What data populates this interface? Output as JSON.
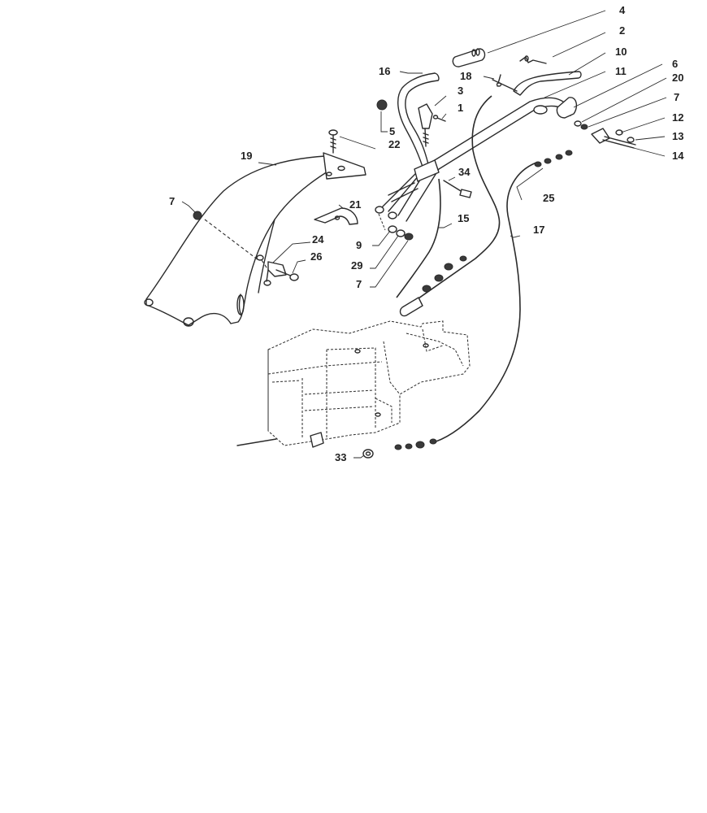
{
  "diagram": {
    "callouts": {
      "c1": "1",
      "c2": "2",
      "c3": "3",
      "c4": "4",
      "c5": "5",
      "c6": "6",
      "c7a": "7",
      "c7b": "7",
      "c7c": "7",
      "c9": "9",
      "c10": "10",
      "c11": "11",
      "c12": "12",
      "c13": "13",
      "c14": "14",
      "c15": "15",
      "c16": "16",
      "c17": "17",
      "c18": "18",
      "c19": "19",
      "c20": "20",
      "c21": "21",
      "c22": "22",
      "c24": "24",
      "c25": "25",
      "c26": "26",
      "c29": "29",
      "c33": "33",
      "c34": "34"
    }
  }
}
